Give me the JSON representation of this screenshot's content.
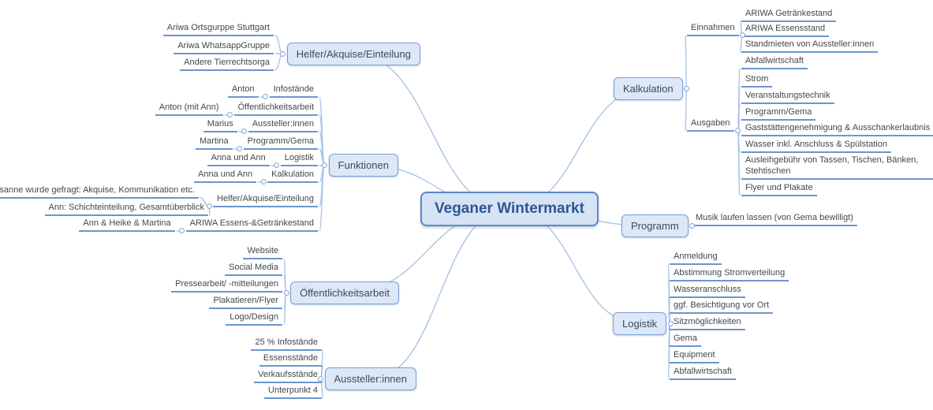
{
  "center": {
    "label": "Veganer Wintermarkt"
  },
  "left": [
    {
      "label": "Helfer/Akquise/Einteilung",
      "children": [
        {
          "label": "Ariwa Ortsgurppe Stuttgart"
        },
        {
          "label": "Ariwa WhatsappGruppe"
        },
        {
          "label": "Andere Tierrechtsorga"
        }
      ]
    },
    {
      "label": "Funktionen",
      "children": [
        {
          "label": "Infostände",
          "children": [
            {
              "label": "Anton"
            }
          ]
        },
        {
          "label": "Öffentlichkeitsarbeit",
          "children": [
            {
              "label": "Anton (mit Ann)"
            }
          ]
        },
        {
          "label": "Aussteller:innen",
          "children": [
            {
              "label": "Marius"
            }
          ]
        },
        {
          "label": "Programm/Gema",
          "children": [
            {
              "label": "Martina"
            }
          ]
        },
        {
          "label": "Logistik",
          "children": [
            {
              "label": "Anna und Ann"
            }
          ]
        },
        {
          "label": "Kalkulation",
          "children": [
            {
              "label": "Anna und Ann"
            }
          ]
        },
        {
          "label": "Helfer/Akquise/Einteilung",
          "children": [
            {
              "label": "Susanne wurde gefragt: Akquise, Kommunikation etc."
            },
            {
              "label": "Ann: Schichteinteilung, Gesamtüberblick"
            }
          ]
        },
        {
          "label": "ARIWA Essens-&Getränkestand",
          "children": [
            {
              "label": "Ann & Heike & Martina"
            }
          ]
        }
      ]
    },
    {
      "label": "Öffentlichkeitsarbeit",
      "children": [
        {
          "label": "Website"
        },
        {
          "label": "Social Media"
        },
        {
          "label": "Pressearbeit/ -mitteilungen"
        },
        {
          "label": "Plakatieren/Flyer"
        },
        {
          "label": "Logo/Design"
        }
      ]
    },
    {
      "label": "Aussteller:innen",
      "children": [
        {
          "label": "25 % Infostände"
        },
        {
          "label": "Essensstände"
        },
        {
          "label": "Verkaufsstände"
        },
        {
          "label": "Unterpunkt 4"
        }
      ]
    }
  ],
  "right": [
    {
      "label": "Kalkulation",
      "children": [
        {
          "label": "Einnahmen",
          "children": [
            {
              "label": "ARIWA Getränkestand"
            },
            {
              "label": "ARIWA Essensstand"
            },
            {
              "label": "Standmieten von Aussteller:innen"
            }
          ]
        },
        {
          "label": "Ausgaben",
          "children": [
            {
              "label": "Abfallwirtschaft"
            },
            {
              "label": "Strom"
            },
            {
              "label": "Veranstaltungstechnik"
            },
            {
              "label": "Programm/Gema"
            },
            {
              "label": "Gaststättengenehmigung & Ausschankerlaubnis"
            },
            {
              "label": "Wasser inkl. Anschluss & Spülstation"
            },
            {
              "label": "Ausleihgebühr von Tassen, Tischen, Bänken, Stehtischen"
            },
            {
              "label": "Flyer und Plakate"
            }
          ]
        }
      ]
    },
    {
      "label": "Programm",
      "children": [
        {
          "label": "Musik laufen lassen (von Gema bewilligt)"
        }
      ]
    },
    {
      "label": "Logistik",
      "children": [
        {
          "label": "Anmeldung"
        },
        {
          "label": "Abstimmung Stromverteilung"
        },
        {
          "label": "Wasseranschluss"
        },
        {
          "label": "ggf. Besichtigung vor Ort"
        },
        {
          "label": "Sitzmöglichkeiten"
        },
        {
          "label": "Gema"
        },
        {
          "label": "Equipment"
        },
        {
          "label": "Abfallwirtschaft"
        }
      ]
    }
  ],
  "colors": {
    "node_fill": "#dce8f7",
    "node_border": "#7aa0d4",
    "center_border": "#5b88c7",
    "underline": "#6b96ce",
    "connector": "#aac5e7",
    "center_text": "#2d5791",
    "topic_text": "#3c4a5c",
    "leaf_text": "#43474b"
  }
}
